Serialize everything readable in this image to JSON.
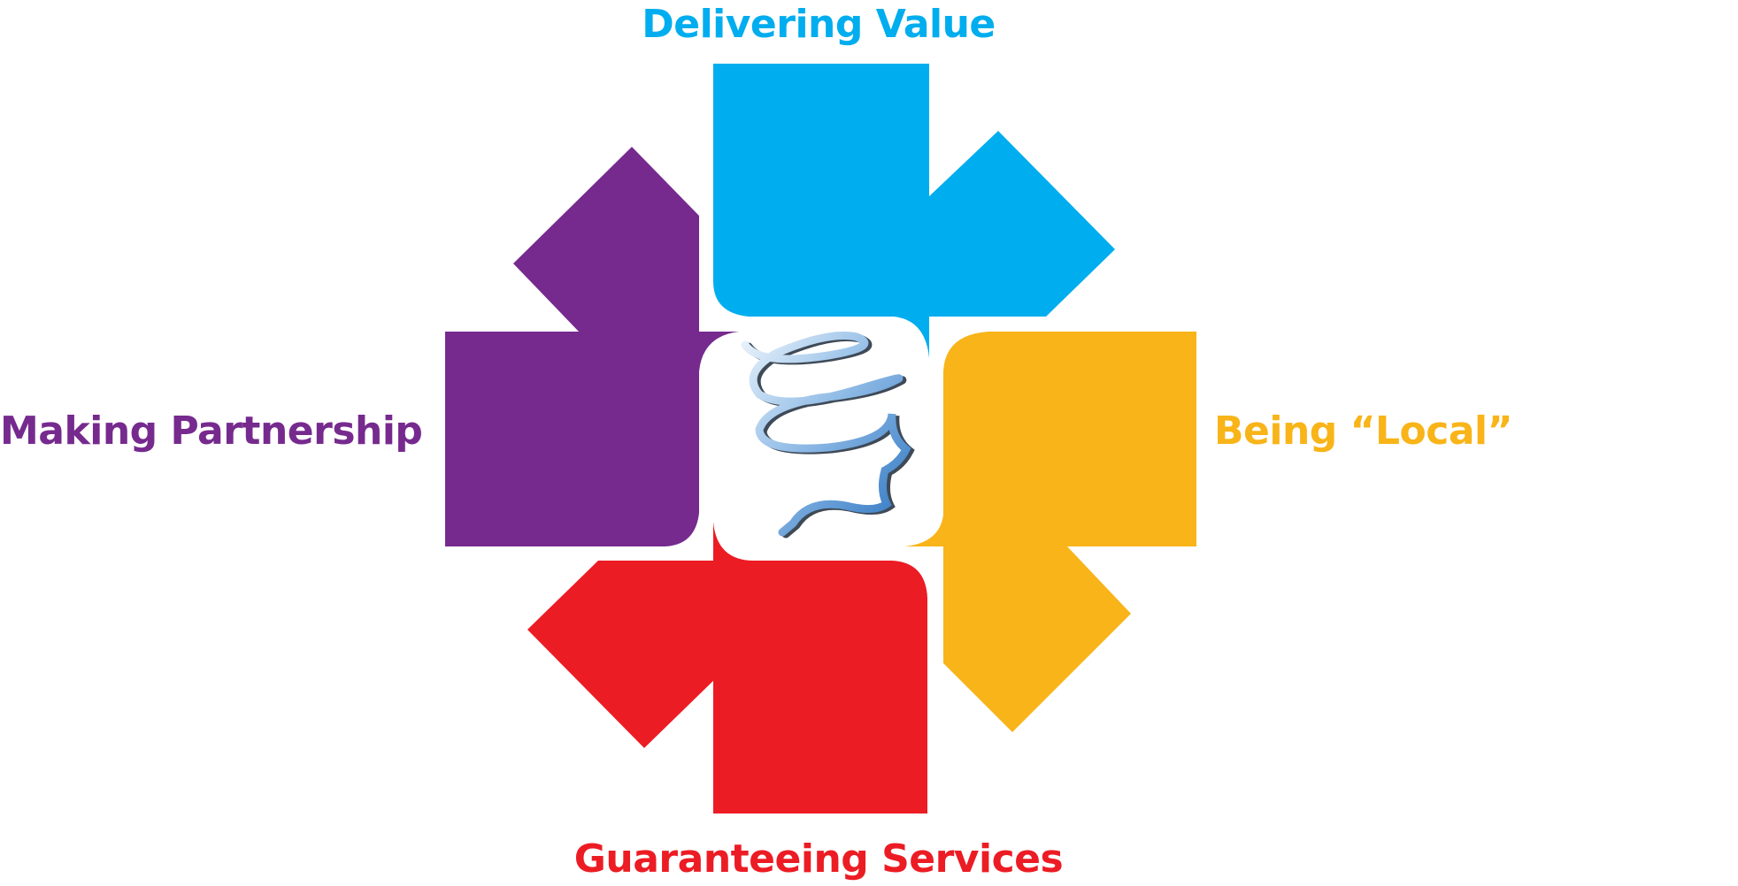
{
  "labels": {
    "top": "Delivering Value",
    "left": "Making Partnership",
    "right": "Being “Local”",
    "bottom": "Guaranteeing Services"
  },
  "colors": {
    "top": "#00ADEE",
    "left": "#762A8E",
    "right": "#F8B418",
    "bottom": "#EC1C24",
    "center_logo": "#4A90D2"
  },
  "center": {
    "icon": "spiral-head-logo-icon"
  }
}
